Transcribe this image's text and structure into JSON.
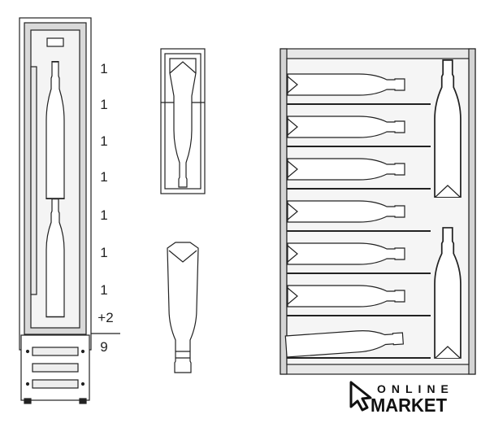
{
  "counts": {
    "shelf_labels": [
      "1",
      "1",
      "1",
      "1",
      "1",
      "1",
      "1"
    ],
    "extra": "+2",
    "total": "9"
  },
  "logo": {
    "top_text": "ONLINE",
    "bottom_text": "MARKET"
  },
  "colors": {
    "line": "#222222",
    "glass": "#e6e6e6",
    "frame": "#d4d4d4"
  }
}
